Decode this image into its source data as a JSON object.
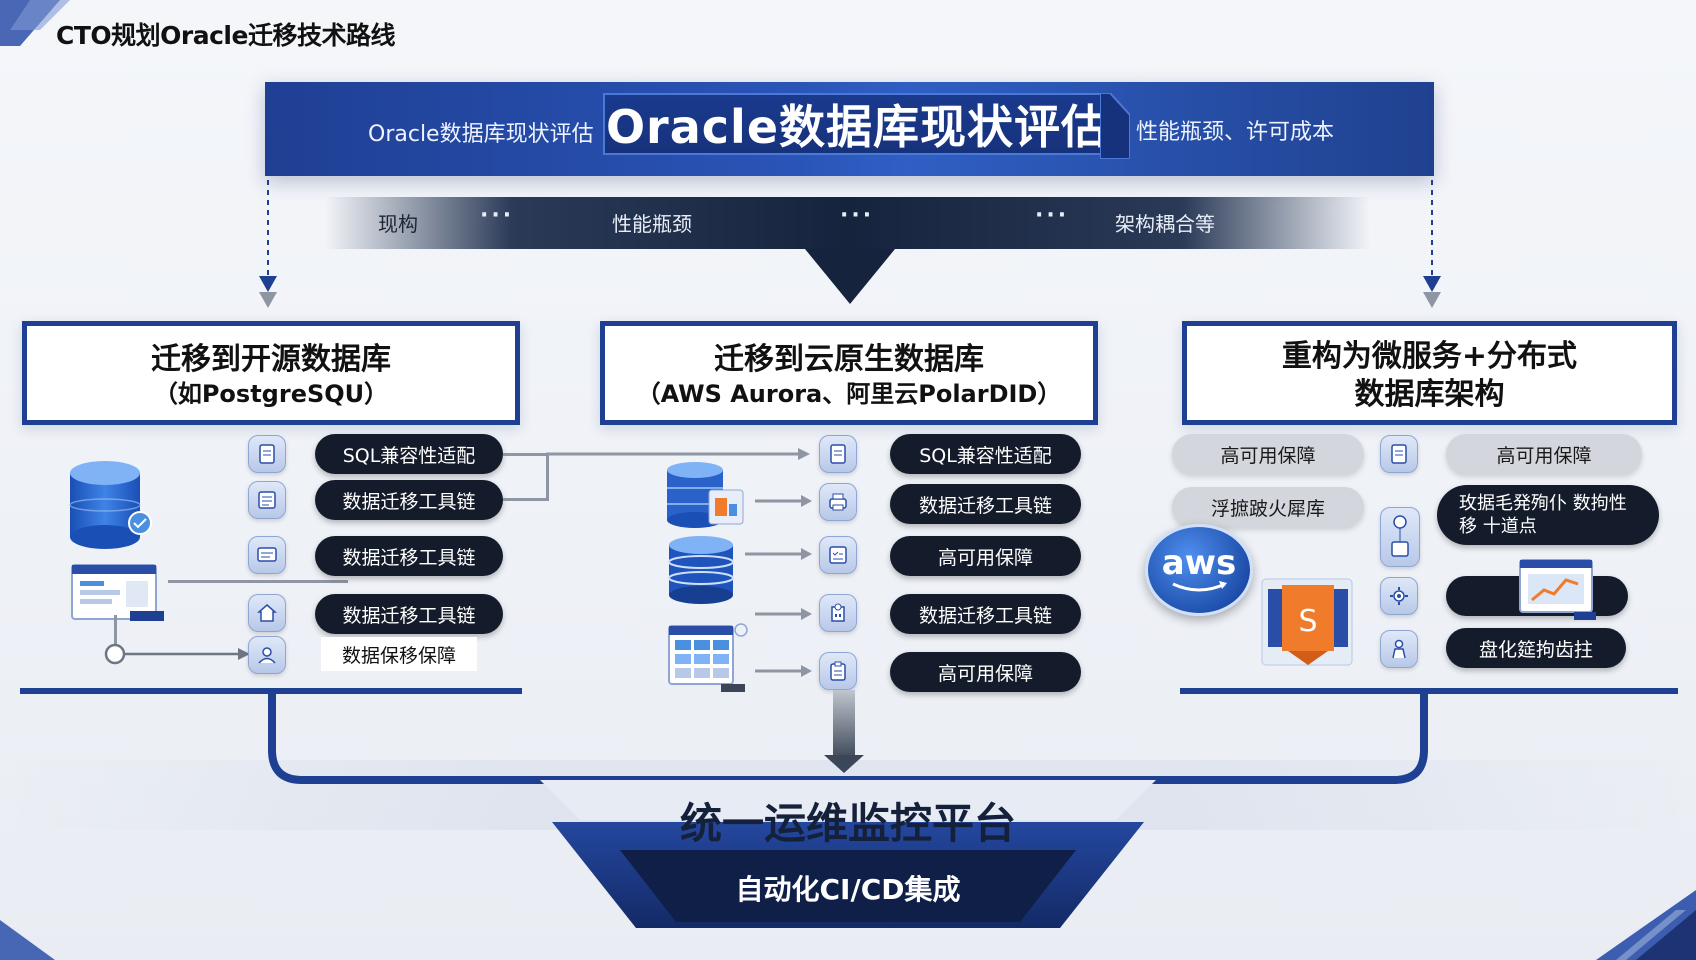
{
  "page_title": "CTO规划Oracle迁移技术路线",
  "banner": {
    "left_text": "Oracle数据库现状评估",
    "center_text": "Oracle数据库现状评估",
    "right_text": "性能瓶颈、许可成本"
  },
  "strip": {
    "items": [
      "现构",
      "性能瓶颈",
      "架构耦合等"
    ],
    "dots": "···"
  },
  "columns": [
    {
      "title_line1": "迁移到开源数据库",
      "title_line2": "（如PostgreSQU）",
      "pills": [
        "SQL兼容性适配",
        "数据迁移工具链",
        "数据迁移工具链",
        "数据迁移工具链",
        "数据保移保障"
      ]
    },
    {
      "title_line1": "迁移到云原生数据库",
      "title_line2": "（AWS Aurora、阿里云PolarDID）",
      "pills": [
        "SQL兼容性适配",
        "数据迁移工具链",
        "高可用保障",
        "数据迁移工具链",
        "高可用保障"
      ]
    },
    {
      "title_line1": "重构为微服务+分布式",
      "title_line2": "数据库架构",
      "pills": [
        "高可用保障",
        "高可用保障",
        "浮摭跛火犀库",
        "玫据毛発殉仆 数拘性移 十道点",
        "",
        "盘化筵拘齿拄"
      ],
      "aws_label": "aws"
    }
  ],
  "platform": {
    "title": "统一运维监控平台",
    "subtitle": "自动化CI/CD集成"
  },
  "colors": {
    "brand_blue": "#1f3f93",
    "dark_pill": "#141c2b",
    "gray_pill": "#d3d6dc"
  }
}
